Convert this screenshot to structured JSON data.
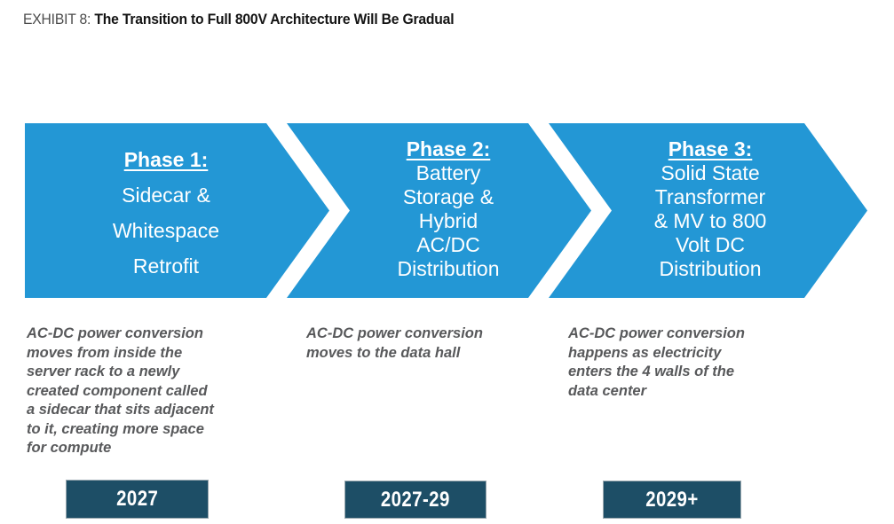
{
  "title": {
    "exhibit_label": "EXHIBIT 8:",
    "text": "The Transition to Full 800V Architecture Will Be Gradual"
  },
  "colors": {
    "arrow_blue": "#2397d5",
    "badge_navy": "#1d4e66",
    "badge_border": "#9aa8b0",
    "desc_gray": "#58595b",
    "title_black": "#141414",
    "arrow_text_white": "#ffffff"
  },
  "phases": [
    {
      "heading": "Phase 1:",
      "lines": [
        "Sidecar &",
        "Whitespace",
        "Retrofit"
      ],
      "description_lines": [
        "AC-DC power conversion",
        "moves from inside the",
        "server rack to a newly",
        "created component called",
        "a sidecar that sits adjacent",
        "to it, creating more space",
        "for compute"
      ],
      "badge": "2027"
    },
    {
      "heading": "Phase 2:",
      "lines": [
        "Battery",
        "Storage &",
        "Hybrid",
        "AC/DC",
        "Distribution"
      ],
      "description_lines": [
        "AC-DC power conversion",
        "moves to the data hall"
      ],
      "badge": "2027-29"
    },
    {
      "heading": "Phase 3:",
      "lines": [
        "Solid State",
        "Transformer",
        "& MV to 800",
        "Volt DC",
        "Distribution"
      ],
      "description_lines": [
        "AC-DC power conversion",
        "happens as electricity",
        "enters the 4 walls of the",
        "data center"
      ],
      "badge": "2029+"
    }
  ]
}
